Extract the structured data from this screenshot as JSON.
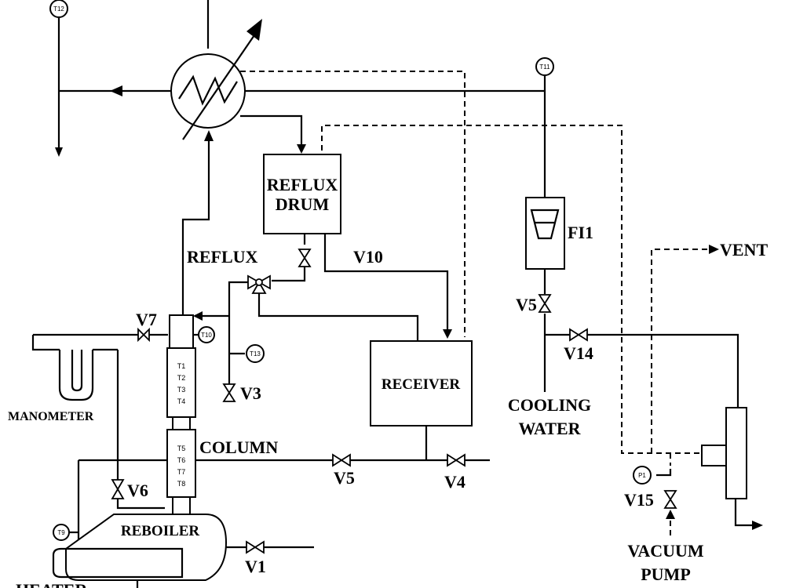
{
  "labels": {
    "reflux_drum_line1": "REFLUX",
    "reflux_drum_line2": "DRUM",
    "reflux": "REFLUX",
    "v10": "V10",
    "fi1": "FI1",
    "vent": "VENT",
    "v5_cooling": "V5",
    "v14": "V14",
    "cooling_line1": "COOLING",
    "cooling_line2": "WATER",
    "v7": "V7",
    "receiver": "RECEIVER",
    "manometer": "MANOMETER",
    "v3": "V3",
    "column": "COLUMN",
    "v5_bottom": "V5",
    "v4": "V4",
    "v6": "V6",
    "p1": "P1",
    "v15": "V15",
    "reboiler": "REBOILER",
    "v1": "V1",
    "vacuum_line1": "VACUUM",
    "vacuum_line2": "PUMP",
    "heater": "HEATER"
  },
  "instruments": {
    "t12": "T12",
    "t11": "T11",
    "t10": "T10",
    "t13": "T13",
    "t9": "T9",
    "p1": "P1"
  },
  "column_sensors": {
    "upper": [
      "T1",
      "T2",
      "T3",
      "T4"
    ],
    "lower": [
      "T5",
      "T6",
      "T7",
      "T8"
    ]
  }
}
